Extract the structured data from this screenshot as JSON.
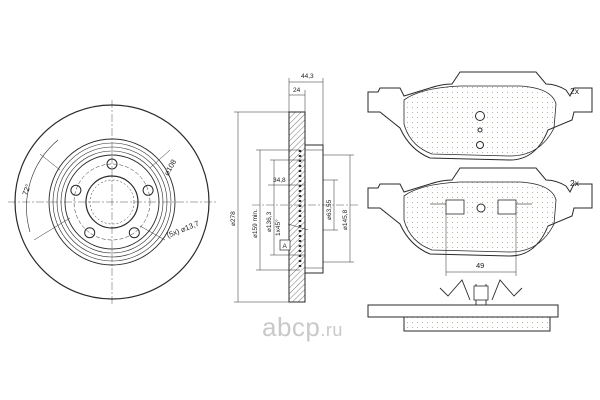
{
  "disc_front": {
    "angle_label": "72°",
    "hub_diameter": "⌀108",
    "bolt_holes": "(5x) ⌀13,7"
  },
  "disc_section": {
    "dim_total_width": "44,3",
    "dim_disc_width": "24",
    "dim_outer_diameter": "⌀278",
    "dim_min_thickness": "⌀159 min.",
    "dim_offset": "34,8",
    "dim_hat_diameter": "⌀136,3",
    "dim_bore": "⌀63,55",
    "dim_hat_outer": "⌀145,8",
    "dim_chamfer": "1x45°",
    "datum_label": "A"
  },
  "pads": {
    "top_quantity": "2x",
    "bottom_quantity": "2x",
    "pad_dimension": "49"
  },
  "watermark": {
    "brand": "abcp",
    "domain": ".ru"
  },
  "colors": {
    "line": "#2a2a2a",
    "pad_fill": "#f1ead9",
    "hatch": "#555555",
    "watermark": "#c9c9c9"
  }
}
